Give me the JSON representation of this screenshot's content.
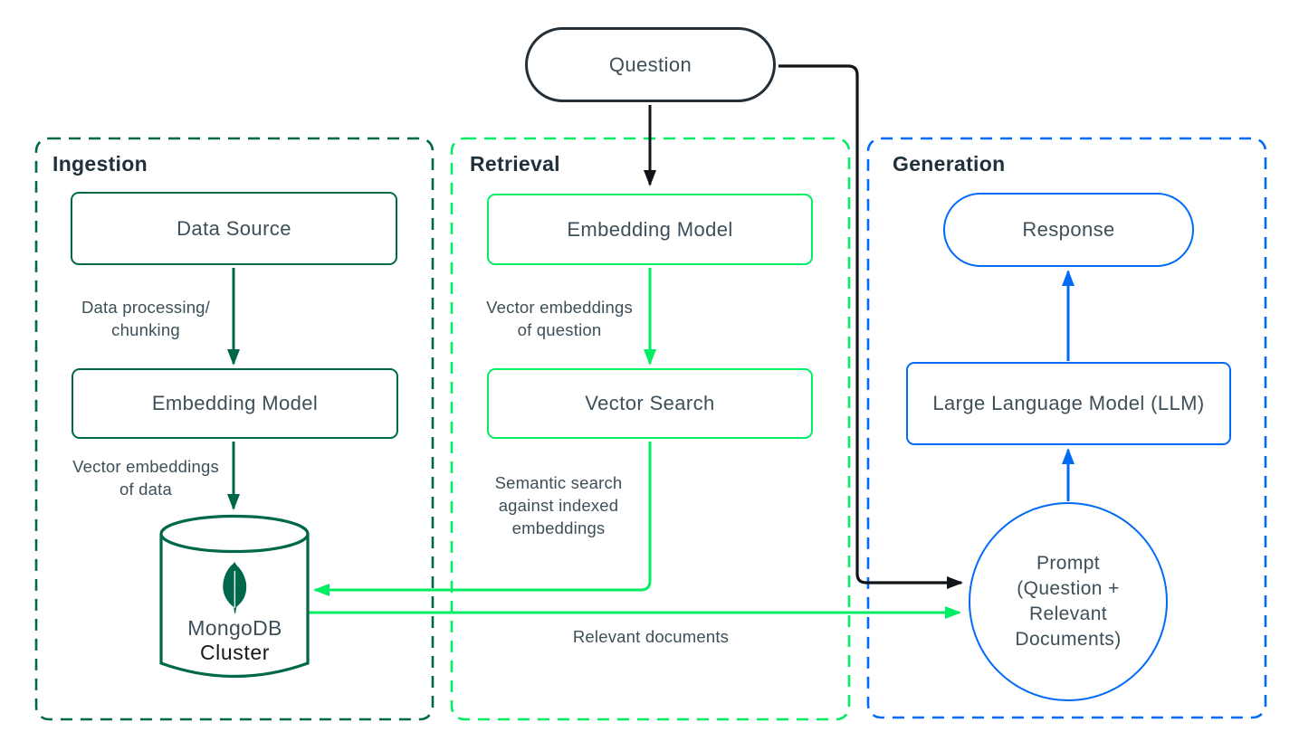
{
  "colors": {
    "forest_green": "#00684A",
    "spring_green": "#00ED64",
    "blue": "#016BF8",
    "heading_ink": "#21313C",
    "label_slate": "#3D4F58",
    "connector_black": "#111418",
    "cluster_text": "#15191C"
  },
  "panels": {
    "ingestion": {
      "label": "Ingestion"
    },
    "retrieval": {
      "label": "Retrieval"
    },
    "generation": {
      "label": "Generation"
    }
  },
  "nodes": {
    "question": {
      "label": "Question"
    },
    "data_source": {
      "label": "Data Source"
    },
    "embedding_model_ingestion": {
      "label": "Embedding Model"
    },
    "embedding_model_retrieval": {
      "label": "Embedding Model"
    },
    "vector_search": {
      "label": "Vector Search"
    },
    "mongodb_cluster": {
      "line1": "MongoDB",
      "line2": "Cluster"
    },
    "response": {
      "label": "Response"
    },
    "llm": {
      "label": "Large Language Model (LLM)"
    },
    "prompt": {
      "line1": "Prompt",
      "line2": "(Question +",
      "line3": "Relevant",
      "line4": "Documents)"
    }
  },
  "edge_labels": {
    "data_processing": {
      "line1": "Data processing/",
      "line2": "chunking"
    },
    "vector_embeddings_data": {
      "line1": "Vector embeddings",
      "line2": "of data"
    },
    "vector_embeddings_question": {
      "line1": "Vector embeddings",
      "line2": "of question"
    },
    "semantic_search": {
      "line1": "Semantic search",
      "line2": "against indexed",
      "line3": "embeddings"
    },
    "relevant_documents": {
      "line1": "Relevant documents"
    }
  },
  "icons": {
    "mongodb_leaf": "mongodb-leaf-icon"
  }
}
